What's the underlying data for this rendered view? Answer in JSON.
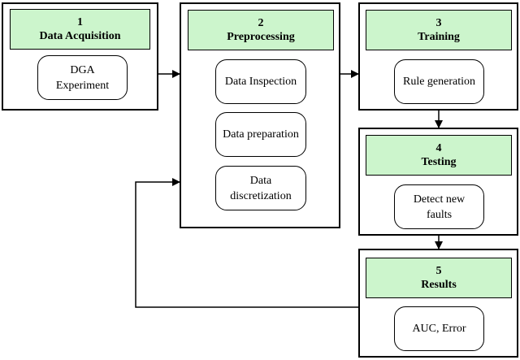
{
  "stages": [
    {
      "number": "1",
      "title": "Data Acquisition",
      "steps": [
        "DGA\nExperiment"
      ]
    },
    {
      "number": "2",
      "title": "Preprocessing",
      "steps": [
        "Data Inspection",
        "Data preparation",
        "Data\ndiscretization"
      ]
    },
    {
      "number": "3",
      "title": "Training",
      "steps": [
        "Rule generation"
      ]
    },
    {
      "number": "4",
      "title": "Testing",
      "steps": [
        "Detect new\nfaults"
      ]
    },
    {
      "number": "5",
      "title": "Results",
      "steps": [
        "AUC, Error"
      ]
    }
  ],
  "colors": {
    "header_fill": "#ccf5cc",
    "line": "#000000"
  }
}
